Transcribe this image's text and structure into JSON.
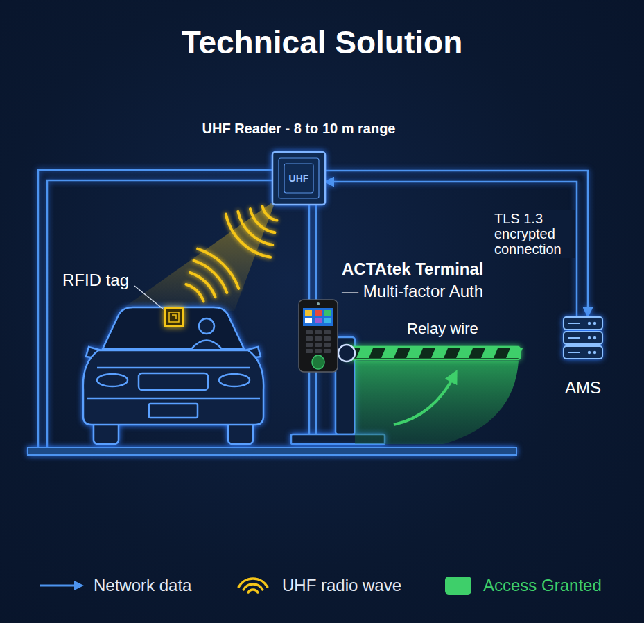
{
  "diagram": {
    "title": "Technical Solution",
    "nodes": [
      {
        "text": [
          "UHF Reader - 8 to 10 m range",
          "UHF"
        ]
      },
      {
        "text": [
          "ACTAtek Terminal",
          "— Multi-factor Auth"
        ]
      },
      {
        "text": [
          "AMS"
        ]
      }
    ],
    "edges": [
      {
        "from": 0,
        "to": 2,
        "arrow": "to",
        "label": "TLS 1.3 encrypted connection"
      },
      {
        "from": 2,
        "to": 0,
        "arrow": "to"
      }
    ],
    "labels": [
      "RFID tag",
      "Relay wire"
    ],
    "legend": [
      {
        "text": "Network data"
      },
      {
        "text": "UHF radio wave"
      },
      {
        "text": "Access Granted",
        "color": "#3ecf6a"
      }
    ]
  }
}
